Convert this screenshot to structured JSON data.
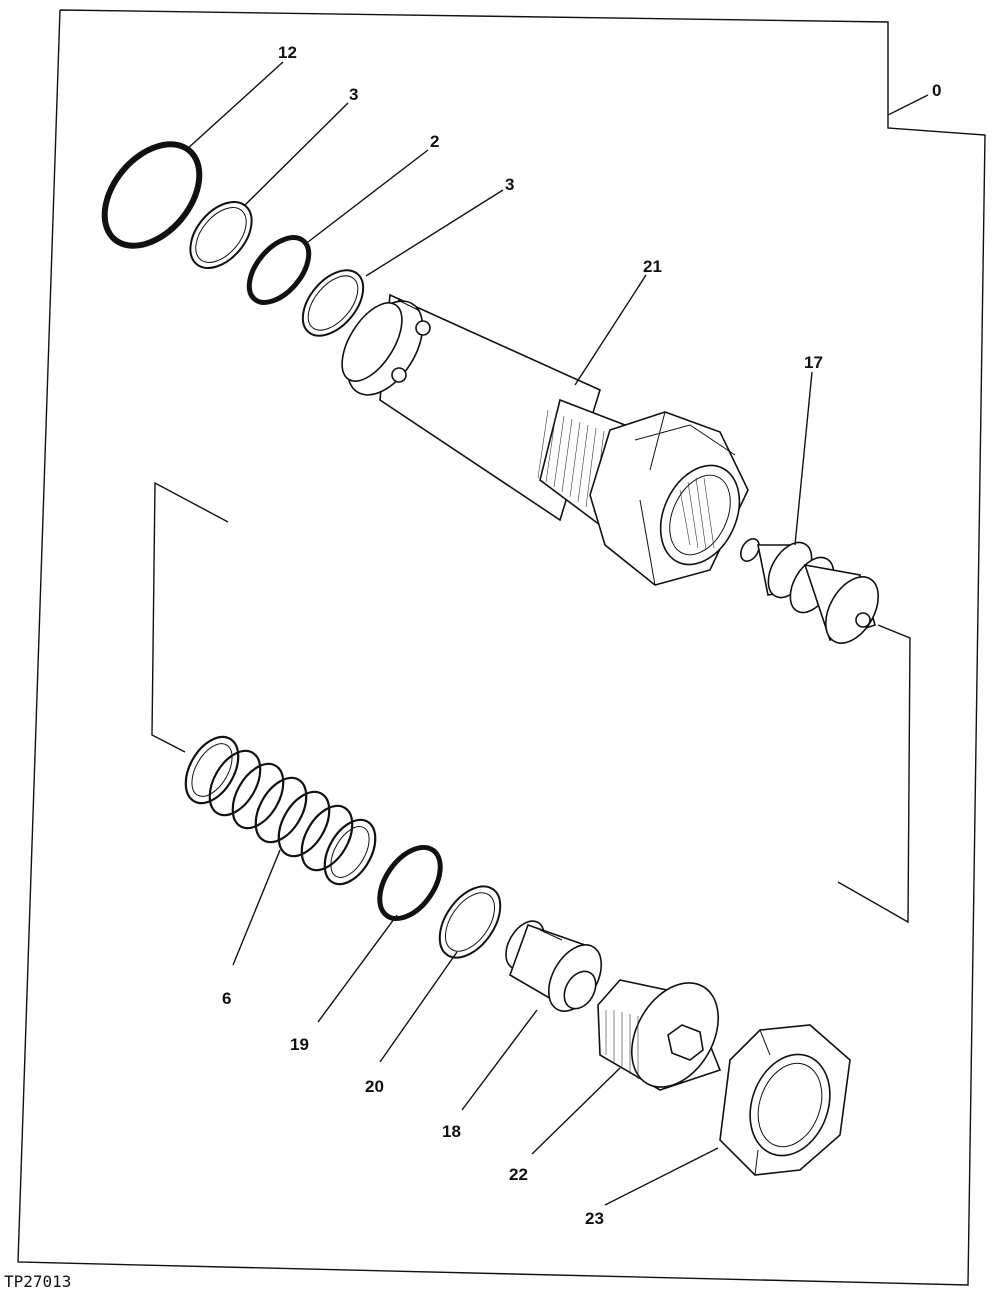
{
  "figure_id": "TP27013",
  "callouts": {
    "c0": "0",
    "c12": "12",
    "c3a": "3",
    "c2": "2",
    "c3b": "3",
    "c21": "21",
    "c17": "17",
    "c6": "6",
    "c19": "19",
    "c20": "20",
    "c18": "18",
    "c22": "22",
    "c23": "23"
  }
}
